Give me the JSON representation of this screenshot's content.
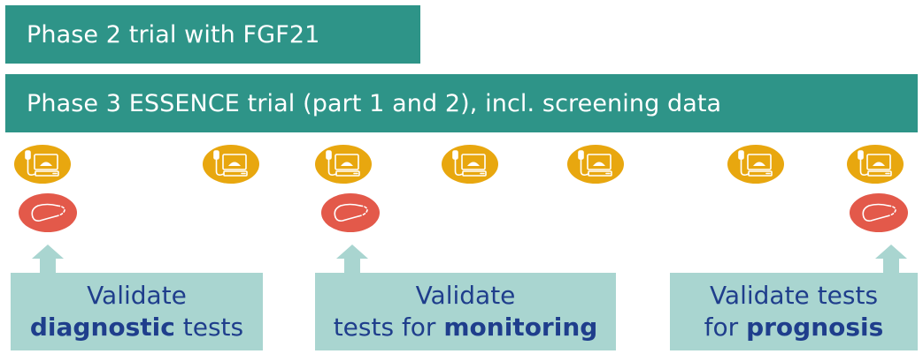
{
  "bars": {
    "phase2": "Phase 2 trial with FGF21",
    "phase3": "Phase 3 ESSENCE trial (part 1 and 2), incl. screening data"
  },
  "icons": {
    "scan_icon": "ultrasound-scanner-icon",
    "liver_icon": "liver-icon",
    "colors": {
      "scan_oval": "#e8a70f",
      "liver_oval": "#e3594a",
      "bar": "#2e9488",
      "box": "#a9d5d0",
      "box_text": "#1f3e8c"
    }
  },
  "boxes": {
    "diagnostic": {
      "line1": "Validate",
      "line2_bold": "diagnostic",
      "line2_rest": " tests"
    },
    "monitoring": {
      "line1": "Validate",
      "line2_pre": "tests for ",
      "line2_bold": "monitoring"
    },
    "prognosis": {
      "line1": "Validate tests",
      "line2_pre": "for ",
      "line2_bold": "prognosis"
    }
  }
}
